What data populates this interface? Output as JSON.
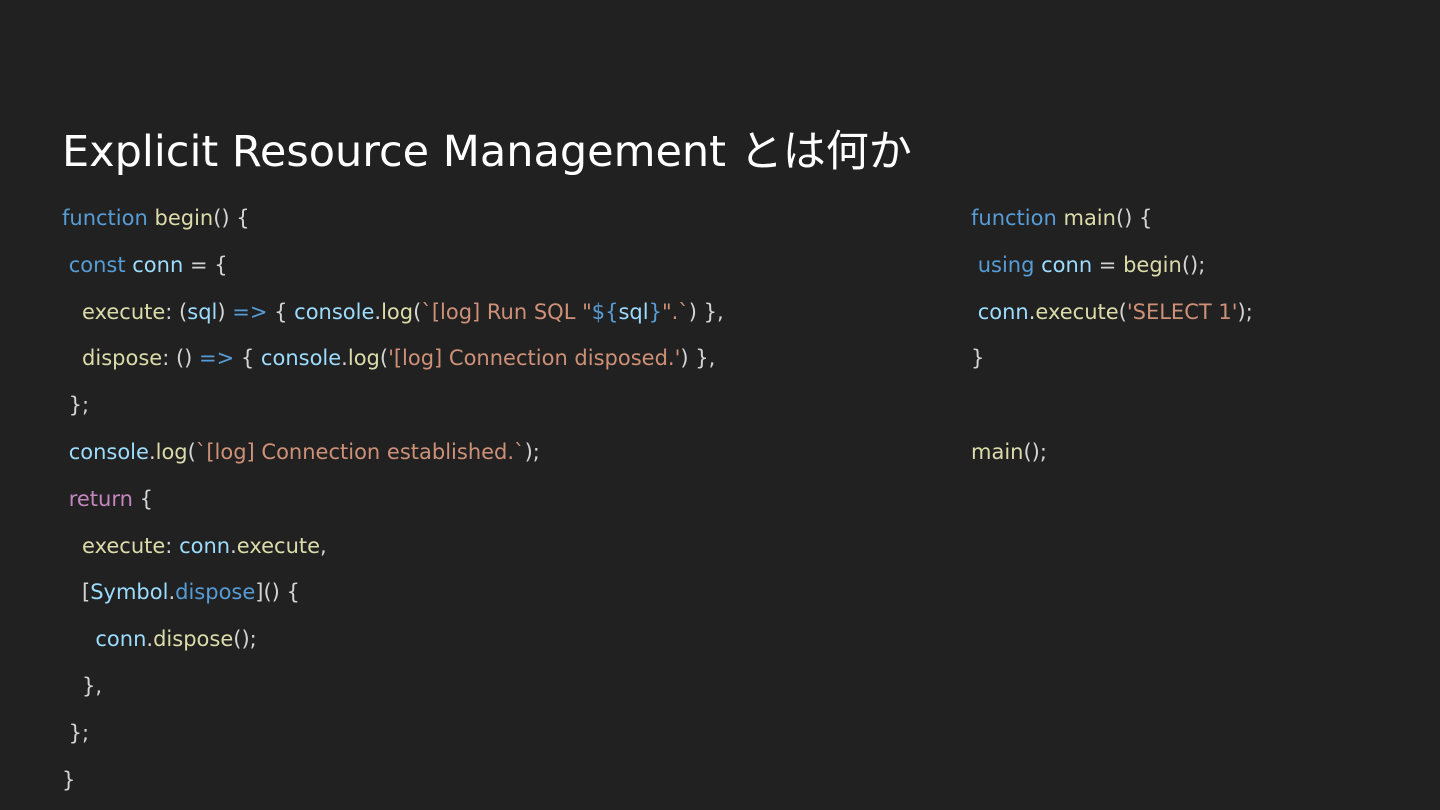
{
  "title": "Explicit Resource Management とは何か",
  "left_code": [
    [
      [
        "kw",
        "function"
      ],
      [
        "pun",
        " "
      ],
      [
        "fn",
        "begin"
      ],
      [
        "pun",
        "() {"
      ]
    ],
    [
      [
        "pun",
        " "
      ],
      [
        "kw",
        "const"
      ],
      [
        "pun",
        " "
      ],
      [
        "var",
        "conn"
      ],
      [
        "pun",
        " = {"
      ]
    ],
    [
      [
        "pun",
        "   "
      ],
      [
        "fn",
        "execute"
      ],
      [
        "pun",
        ": ("
      ],
      [
        "var",
        "sql"
      ],
      [
        "pun",
        ") "
      ],
      [
        "kw",
        "=>"
      ],
      [
        "pun",
        " { "
      ],
      [
        "var",
        "console"
      ],
      [
        "pun",
        "."
      ],
      [
        "fn",
        "log"
      ],
      [
        "pun",
        "("
      ],
      [
        "str",
        "`[log] Run SQL \""
      ],
      [
        "kw",
        "${"
      ],
      [
        "var",
        "sql"
      ],
      [
        "kw",
        "}"
      ],
      [
        "str",
        "\".`"
      ],
      [
        "pun",
        ") },"
      ]
    ],
    [
      [
        "pun",
        "   "
      ],
      [
        "fn",
        "dispose"
      ],
      [
        "pun",
        ": () "
      ],
      [
        "kw",
        "=>"
      ],
      [
        "pun",
        " { "
      ],
      [
        "var",
        "console"
      ],
      [
        "pun",
        "."
      ],
      [
        "fn",
        "log"
      ],
      [
        "pun",
        "("
      ],
      [
        "str",
        "'[log] Connection disposed.'"
      ],
      [
        "pun",
        ") },"
      ]
    ],
    [
      [
        "pun",
        " };"
      ]
    ],
    [
      [
        "pun",
        " "
      ],
      [
        "var",
        "console"
      ],
      [
        "pun",
        "."
      ],
      [
        "fn",
        "log"
      ],
      [
        "pun",
        "("
      ],
      [
        "str",
        "`[log] Connection established.`"
      ],
      [
        "pun",
        ");"
      ]
    ],
    [
      [
        "pun",
        " "
      ],
      [
        "kwc",
        "return"
      ],
      [
        "pun",
        " {"
      ]
    ],
    [
      [
        "pun",
        "   "
      ],
      [
        "fn",
        "execute"
      ],
      [
        "pun",
        ": "
      ],
      [
        "var",
        "conn"
      ],
      [
        "pun",
        "."
      ],
      [
        "fn",
        "execute"
      ],
      [
        "pun",
        ","
      ]
    ],
    [
      [
        "pun",
        "   ["
      ],
      [
        "var",
        "Symbol"
      ],
      [
        "pun",
        "."
      ],
      [
        "kw",
        "dispose"
      ],
      [
        "pun",
        "]() {"
      ]
    ],
    [
      [
        "pun",
        "     "
      ],
      [
        "var",
        "conn"
      ],
      [
        "pun",
        "."
      ],
      [
        "fn",
        "dispose"
      ],
      [
        "pun",
        "();"
      ]
    ],
    [
      [
        "pun",
        "   },"
      ]
    ],
    [
      [
        "pun",
        " };"
      ]
    ],
    [
      [
        "pun",
        "}"
      ]
    ]
  ],
  "right_code": [
    [
      [
        "kw",
        "function"
      ],
      [
        "pun",
        " "
      ],
      [
        "fn",
        "main"
      ],
      [
        "pun",
        "() {"
      ]
    ],
    [
      [
        "pun",
        " "
      ],
      [
        "kw",
        "using"
      ],
      [
        "pun",
        " "
      ],
      [
        "var",
        "conn"
      ],
      [
        "pun",
        " = "
      ],
      [
        "fn",
        "begin"
      ],
      [
        "pun",
        "();"
      ]
    ],
    [
      [
        "pun",
        " "
      ],
      [
        "var",
        "conn"
      ],
      [
        "pun",
        "."
      ],
      [
        "fn",
        "execute"
      ],
      [
        "pun",
        "("
      ],
      [
        "str",
        "'SELECT 1'"
      ],
      [
        "pun",
        ");"
      ]
    ],
    [
      [
        "pun",
        "}"
      ]
    ],
    [],
    [
      [
        "fn",
        "main"
      ],
      [
        "pun",
        "();"
      ]
    ]
  ]
}
